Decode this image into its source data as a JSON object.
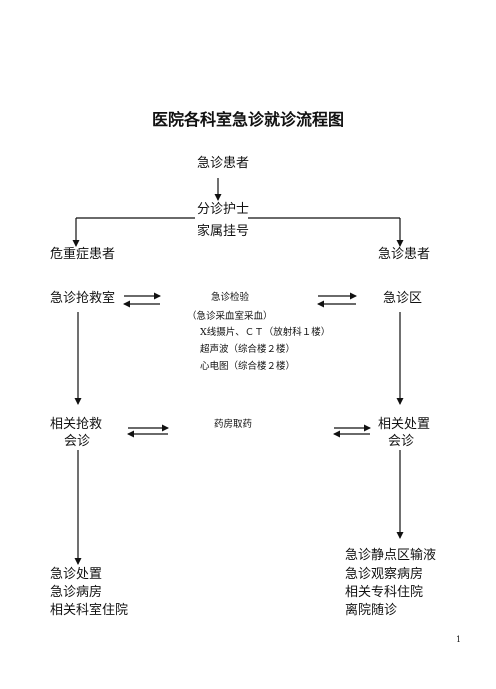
{
  "title": "医院各科室急诊就诊流程图",
  "nodes": {
    "patient": "急诊患者",
    "triage_nurse": "分诊护士",
    "family_register": "家属挂号",
    "critical_patient": "危重症患者",
    "emergency_patient": "急诊患者",
    "resus_room": "急诊抢救室",
    "emergency_area": "急诊区",
    "exam_title": "急诊检验",
    "exam_items": [
      "（急诊采血室采血）",
      "X线摄片、ＣＴ（放射科１楼）",
      "超声波（综合楼２楼）",
      "心电图（综合楼２楼）"
    ],
    "rescue_consult_1": "相关抢救",
    "rescue_consult_2": "会诊",
    "pharmacy": "药房取药",
    "treatment_consult_1": "相关处置",
    "treatment_consult_2": "会诊",
    "left_outcomes": [
      "急诊处置",
      "急诊病房",
      "相关科室住院"
    ],
    "right_outcomes": [
      "急诊静点区输液",
      "急诊观察病房",
      "相关专科住院",
      "离院随诊"
    ]
  },
  "page_number": "1"
}
